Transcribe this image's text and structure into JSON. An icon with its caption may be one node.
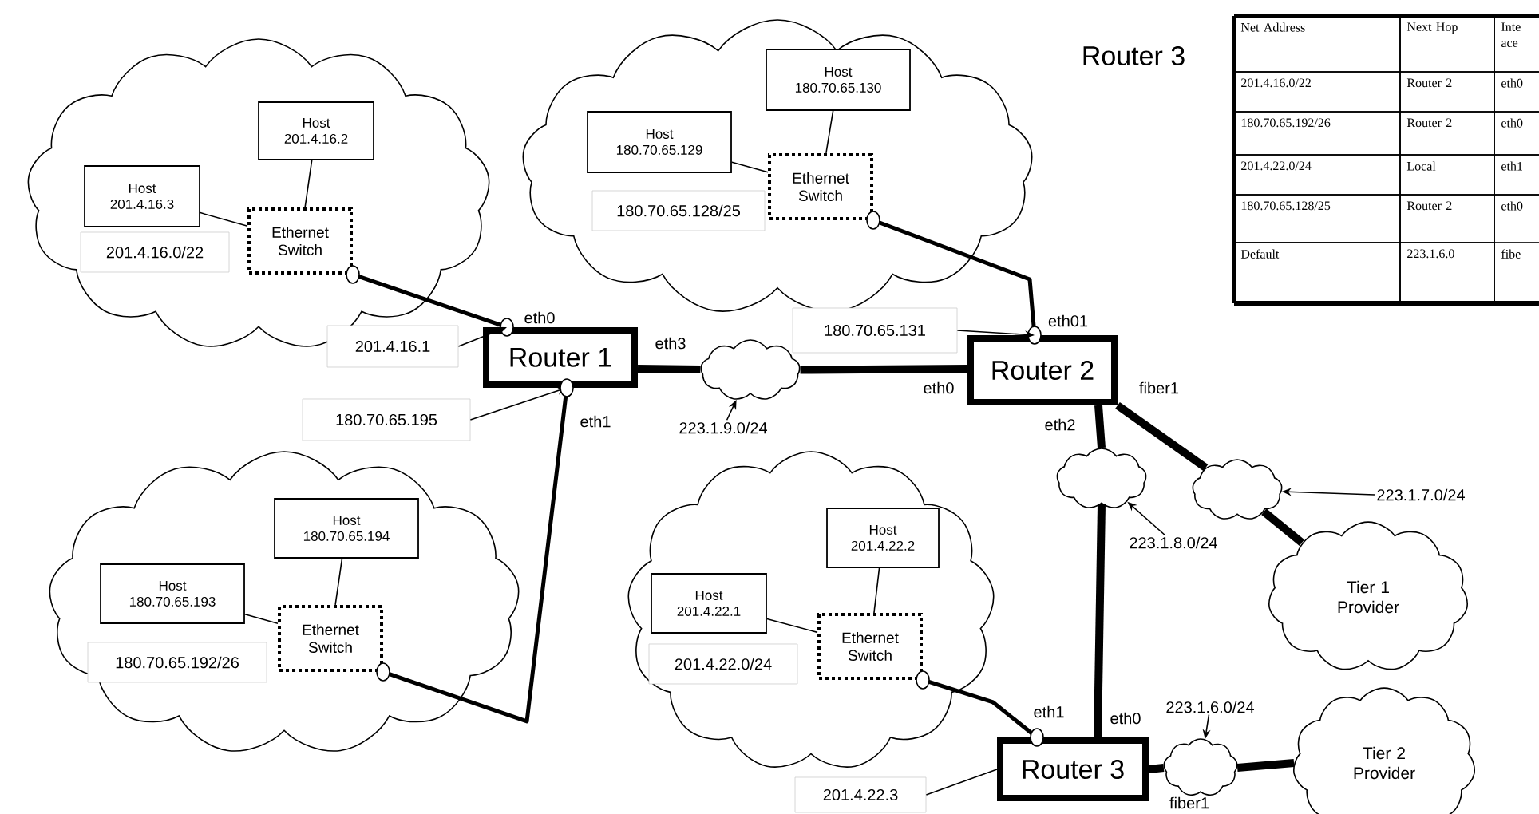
{
  "diagram": {
    "nodes": [
      {
        "text": [],
        "shape": "cloud"
      },
      {
        "text": [
          "Host 201.4.16.2"
        ],
        "in": 0
      },
      {
        "text": [
          "Host 201.4.16.3"
        ],
        "in": 0
      },
      {
        "text": [
          "Ethernet Switch"
        ],
        "in": 0
      },
      {
        "text": [
          "201.4.16.0/22"
        ],
        "in": 0
      },
      {
        "text": [],
        "shape": "cloud"
      },
      {
        "text": [
          "Host 180.70.65.130"
        ],
        "in": 5
      },
      {
        "text": [
          "Host 180.70.65.129"
        ],
        "in": 5
      },
      {
        "text": [
          "Ethernet Switch"
        ],
        "in": 5
      },
      {
        "text": [
          "180.70.65.128/25"
        ],
        "in": 5
      },
      {
        "text": [
          "Router 1"
        ],
        "beside": [
          "eth0",
          "eth3",
          "eth1"
        ]
      },
      {
        "text": [
          "Router 2"
        ],
        "beside": [
          "eth01",
          "eth0",
          "fiber1",
          "eth2"
        ]
      },
      {
        "text": [
          "201.4.16.1"
        ]
      },
      {
        "text": [
          "180.70.65.131"
        ]
      },
      {
        "text": [
          "180.70.65.195"
        ]
      },
      {
        "text": [],
        "shape": "cloud"
      },
      {
        "text": [
          "223.1.9.0/24"
        ]
      },
      {
        "text": [],
        "shape": "cloud"
      },
      {
        "text": [
          "Host 180.70.65.194"
        ],
        "in": 17
      },
      {
        "text": [
          "Host 180.70.65.193"
        ],
        "in": 17
      },
      {
        "text": [
          "Ethernet Switch"
        ],
        "in": 17
      },
      {
        "text": [
          "180.70.65.192/26"
        ],
        "in": 17
      },
      {
        "text": [],
        "shape": "cloud"
      },
      {
        "text": [
          "Host 201.4.22.2"
        ],
        "in": 22
      },
      {
        "text": [
          "Host 201.4.22.1"
        ],
        "in": 22
      },
      {
        "text": [
          "Ethernet Switch"
        ],
        "in": 22
      },
      {
        "text": [
          "201.4.22.0/24"
        ],
        "in": 22
      },
      {
        "text": [
          "Router 3"
        ],
        "beside": [
          "eth1",
          "eth0"
        ]
      },
      {
        "text": [
          "201.4.22.3"
        ]
      },
      {
        "text": [],
        "shape": "cloud"
      },
      {
        "text": [
          "223.1.8.0/24"
        ]
      },
      {
        "text": [],
        "shape": "cloud"
      },
      {
        "text": [
          "223.1.7.0/24"
        ]
      },
      {
        "text": [
          "Tier 1 Provider"
        ]
      },
      {
        "text": [],
        "shape": "cloud"
      },
      {
        "text": [
          "223.1.6.0/24"
        ]
      },
      {
        "text": [
          "Tier 2 Provider"
        ]
      }
    ],
    "edges": [
      {
        "from": 2,
        "to": 3,
        "arrow": "none"
      },
      {
        "from": 1,
        "to": 3,
        "arrow": "none"
      },
      {
        "from": 3,
        "to": 10,
        "arrow": "other",
        "style": "thick"
      },
      {
        "from": 12,
        "to": 10,
        "arrow": "to"
      },
      {
        "from": 7,
        "to": 8,
        "arrow": "none"
      },
      {
        "from": 6,
        "to": 8,
        "arrow": "none"
      },
      {
        "from": 8,
        "to": 11,
        "arrow": "other",
        "style": "thick"
      },
      {
        "from": 13,
        "to": 11,
        "arrow": "to"
      },
      {
        "from": 10,
        "to": 15,
        "arrow": "none",
        "style": "thick"
      },
      {
        "from": 15,
        "to": 11,
        "arrow": "none",
        "style": "thick"
      },
      {
        "from": 16,
        "to": 15,
        "arrow": "to"
      },
      {
        "from": 14,
        "to": 10,
        "arrow": "to"
      },
      {
        "from": 19,
        "to": 20,
        "arrow": "none"
      },
      {
        "from": 18,
        "to": 20,
        "arrow": "none"
      },
      {
        "from": 20,
        "to": 10,
        "arrow": "other",
        "style": "thick"
      },
      {
        "from": 11,
        "to": 29,
        "arrow": "none",
        "style": "thick"
      },
      {
        "from": 29,
        "to": 27,
        "arrow": "none",
        "style": "thick"
      },
      {
        "from": 30,
        "to": 29,
        "arrow": "to"
      },
      {
        "from": 11,
        "to": 31,
        "arrow": "none",
        "style": "thick"
      },
      {
        "from": 31,
        "to": 33,
        "arrow": "none",
        "style": "thick"
      },
      {
        "from": 32,
        "to": 31,
        "arrow": "to"
      },
      {
        "from": 24,
        "to": 25,
        "arrow": "none"
      },
      {
        "from": 23,
        "to": 25,
        "arrow": "none"
      },
      {
        "from": 25,
        "to": 27,
        "arrow": "other",
        "style": "thick"
      },
      {
        "from": 28,
        "to": 27,
        "arrow": "none"
      },
      {
        "from": 27,
        "to": 34,
        "arrow": "none",
        "style": "thick"
      },
      {
        "from": 34,
        "to": 36,
        "arrow": "none",
        "style": "thick"
      },
      {
        "from": 35,
        "to": 34,
        "arrow": "to"
      }
    ],
    "labels": [
      "Router 3",
      "Net Address",
      "Next Hop",
      "Inte ace",
      "201.4.16.0/22",
      "Router 2",
      "eth0",
      "180.70.65.192/26",
      "Router 2",
      "eth0",
      "201.4.22.0/24",
      "Local",
      "eth1",
      "180.70.65.128/25",
      "Router 2",
      "eth0",
      "Default",
      "223.1.6.0",
      "fibe",
      "fiber1"
    ]
  }
}
